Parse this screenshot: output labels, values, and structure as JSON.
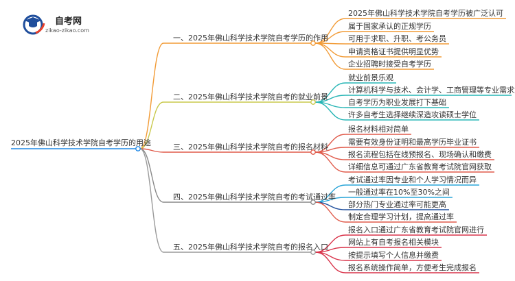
{
  "logo": {
    "title": "自考网",
    "url": "zikao-zikao.com",
    "icon": "graduation-cap-icon",
    "colors": {
      "ring": "#1f4e9c",
      "accent": "#e8412b"
    }
  },
  "root": {
    "label": "2025年佛山科学技术学院自考学历的用途",
    "color": "#1e88e5"
  },
  "branches": [
    {
      "label": "一、2025年佛山科学技术学院自考学历的作用",
      "color": "#f29b36",
      "children": [
        "2025年佛山科学技术学院自考学历被广泛认可",
        "属于国家承认的正规学历",
        "可用于求职、升职、考公务员",
        "申请资格证书提供明显优势",
        "企业招聘时接受自考学历"
      ]
    },
    {
      "label": "二、2025年佛山科学技术学院自考的就业前景",
      "color": "#c8c84a",
      "children": [
        "就业前景乐观",
        "计算机科学与技术、会计学、工商管理等专业需求大",
        "自考学历为职业发展打下基础",
        "许多自考生选择继续深造攻读硕士学位"
      ]
    },
    {
      "label": "三、2025年佛山科学技术学院自考的报名材料",
      "color": "#e05a4a",
      "children": [
        "报名材料相对简单",
        "需要有效身份证明和最高学历毕业证书",
        "报名流程包括在线预报名、现场确认和缴费",
        "详细信息可通过广东省教育考试院官网获取"
      ]
    },
    {
      "label": "四、2025年佛山科学技术学院自考的考试通过率",
      "color": "#888888",
      "children": [
        "考试通过率因专业和个人学习情况而异",
        "一般通过率在10%至30%之间",
        "部分热门专业通过率可能更高",
        "制定合理学习计划，提高通过率"
      ]
    },
    {
      "label": "五、2025年佛山科学技术学院自考的报名入口",
      "color": "#9a9a9a",
      "children": [
        "报名入口通过广东省教育考试院官网进行",
        "网站上有自考报名相关模块",
        "按提示填写个人信息并缴费",
        "报名系统操作简单，方便考生完成报名"
      ]
    }
  ],
  "leaf_colors": [
    [
      "#f29b36",
      "#f29b36",
      "#f29b36",
      "#f29b36",
      "#f29b36"
    ],
    [
      "#26b5b5",
      "#26b5b5",
      "#26b5b5",
      "#26b5b5"
    ],
    [
      "#e05a4a",
      "#e05a4a",
      "#e05a4a",
      "#e05a4a"
    ],
    [
      "#2aa5d8",
      "#2aa5d8",
      "#1f4e9c",
      "#e05a4a"
    ],
    [
      "#d9334a",
      "#d9334a",
      "#d9334a",
      "#d9334a"
    ]
  ]
}
